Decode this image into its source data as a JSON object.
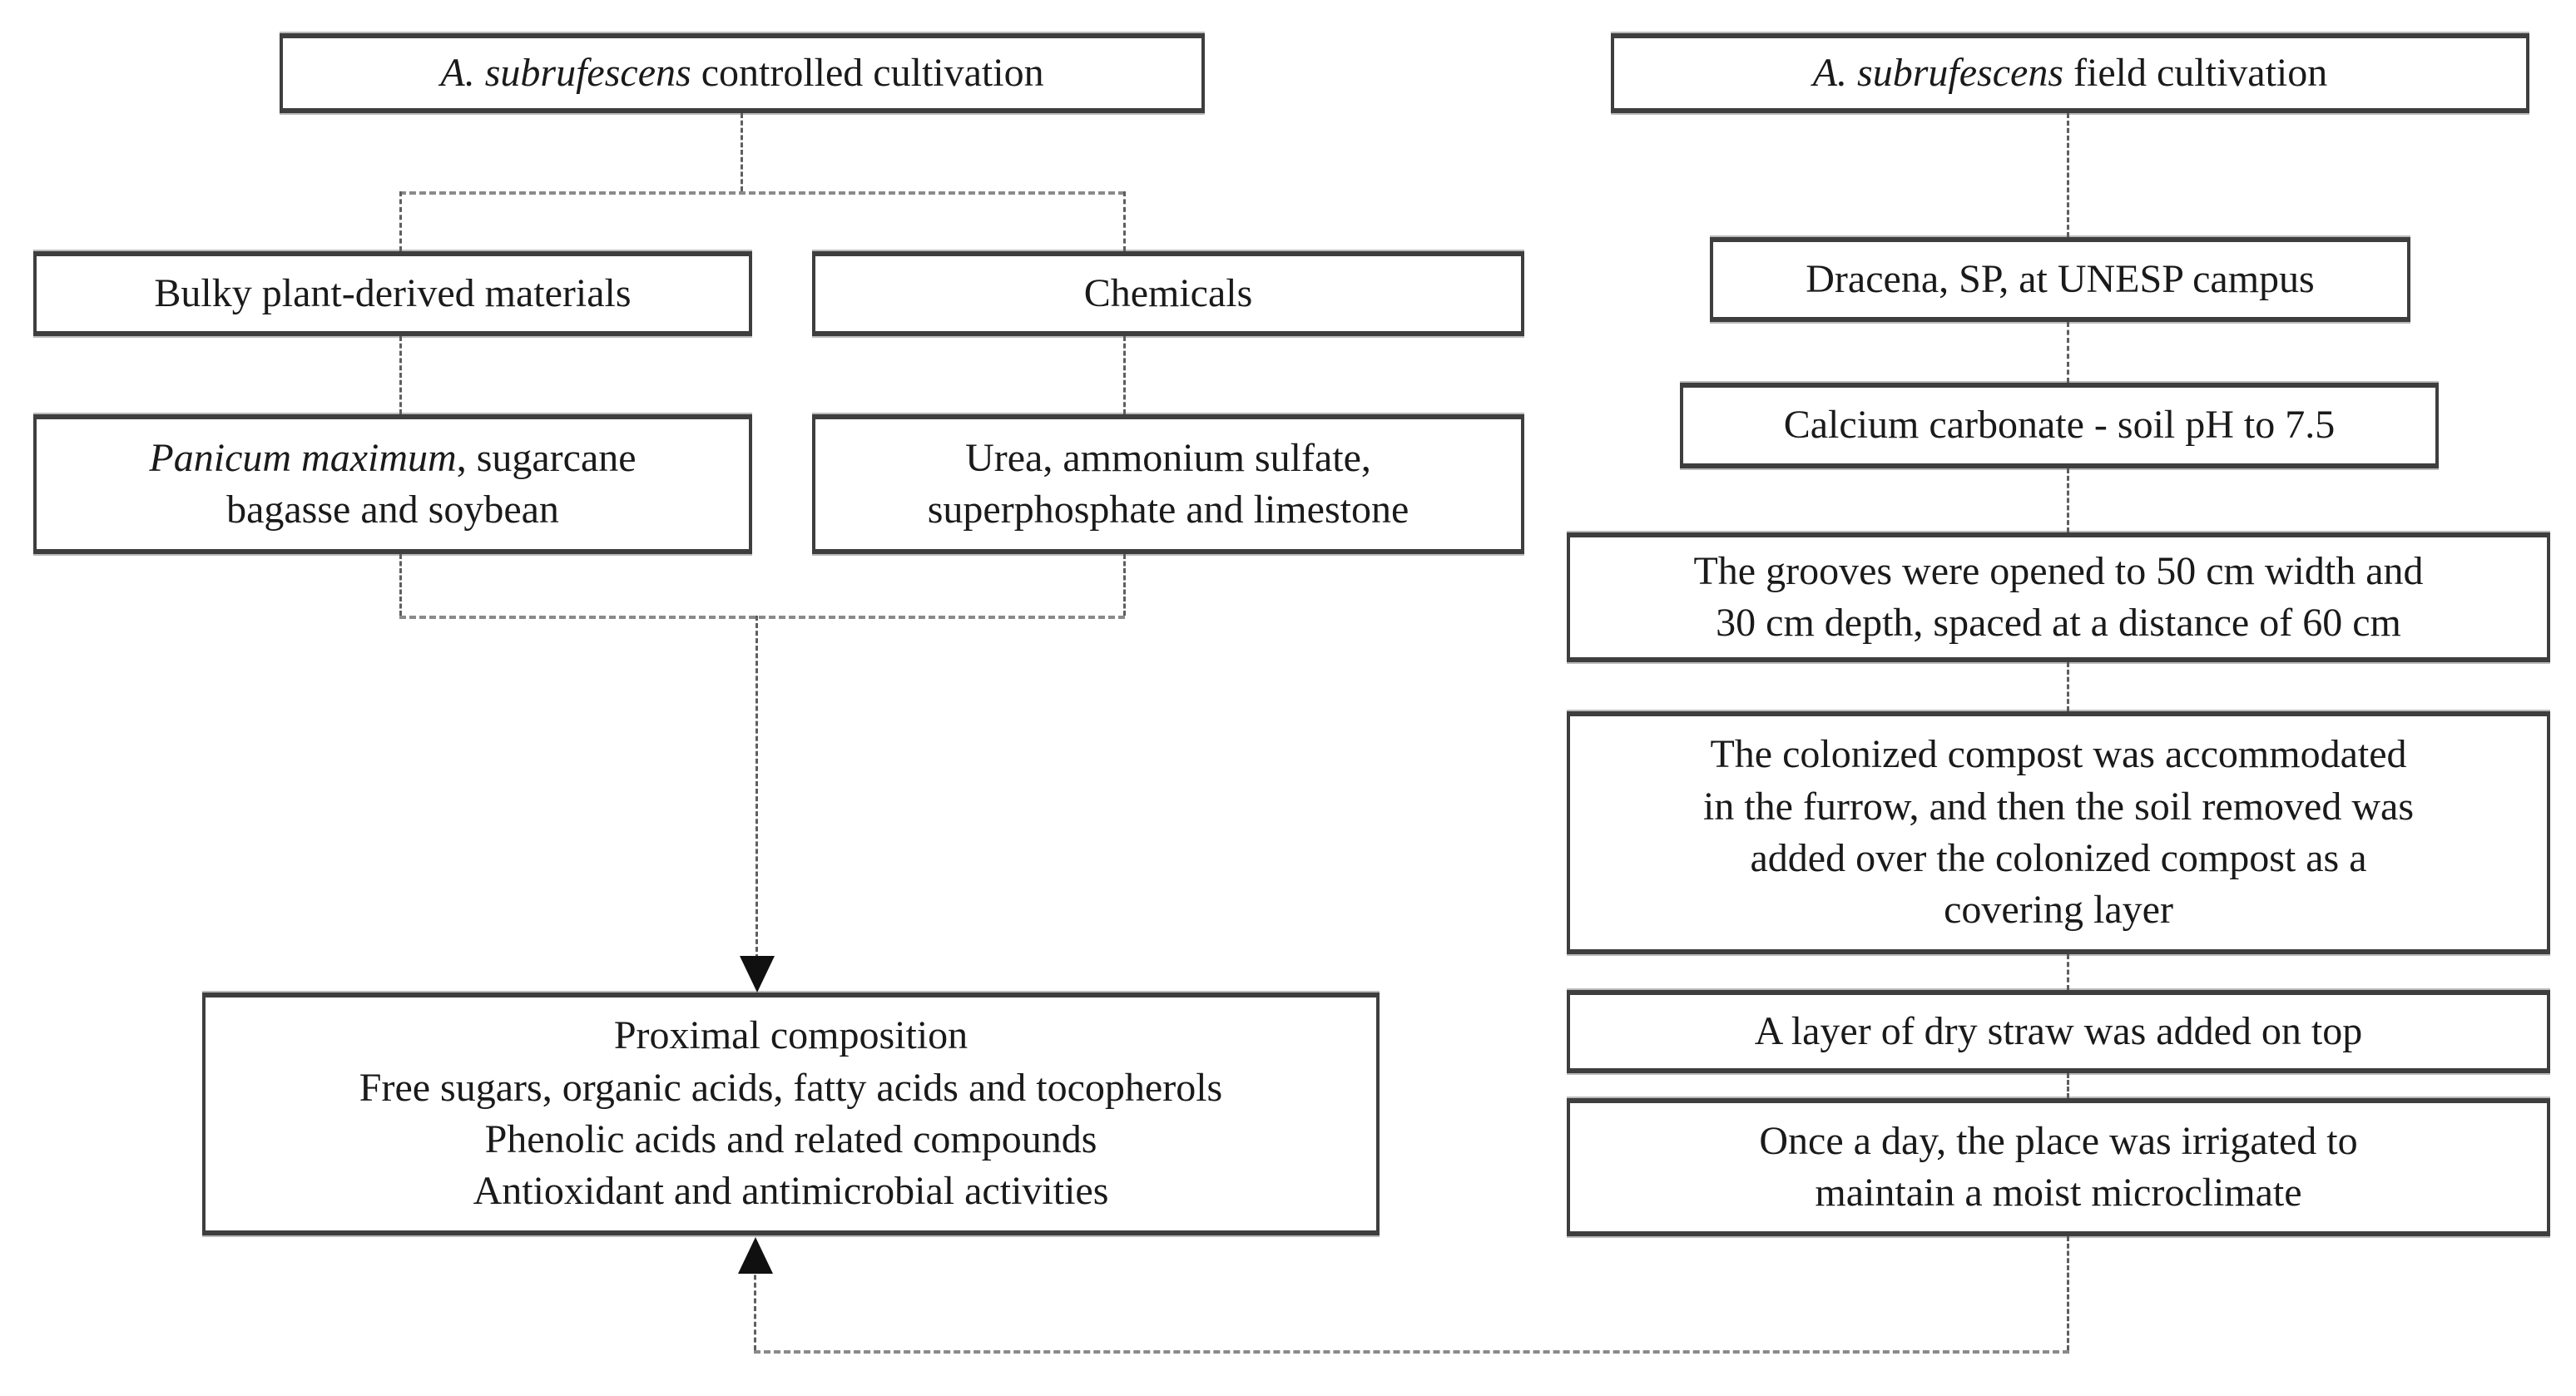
{
  "left_flow": {
    "root": {
      "species": "A. subrufescens",
      "rest": " controlled cultivation"
    },
    "bulky_label": "Bulky plant-derived materials",
    "chemicals_label": "Chemicals",
    "panicum": {
      "species": "Panicum maximum",
      "rest": ", sugarcane",
      "line2": "bagasse and soybean"
    },
    "urea": {
      "line1": "Urea, ammonium sulfate,",
      "line2": "superphosphate and limestone"
    }
  },
  "right_flow": {
    "root": {
      "species": "A. subrufescens",
      "rest": " field cultivation"
    },
    "dracena_label": "Dracena, SP, at UNESP campus",
    "calcium_label": "Calcium carbonate - soil pH to 7.5",
    "grooves": {
      "line1": "The grooves were opened to 50 cm width and",
      "line2": "30 cm depth, spaced at a distance of 60 cm"
    },
    "compost": {
      "line1": "The colonized compost was accommodated",
      "line2": "in the furrow, and then the soil removed was",
      "line3": "added over the colonized compost as a",
      "line4": "covering layer"
    },
    "straw_label": "A layer of dry straw was added on top",
    "irrigation": {
      "line1": "Once a day, the place was irrigated to",
      "line2": "maintain a moist microclimate"
    }
  },
  "analysis": {
    "line1": "Proximal composition",
    "line2": "Free sugars, organic acids, fatty acids and tocopherols",
    "line3": "Phenolic acids and related compounds",
    "line4": "Antioxidant and antimicrobial activities"
  },
  "colors": {
    "background": "#ffffff",
    "box_border": "#3e3e3e",
    "dashed_line": "#5e5e5e",
    "arrow": "#101010",
    "text": "#1a1a1a"
  }
}
